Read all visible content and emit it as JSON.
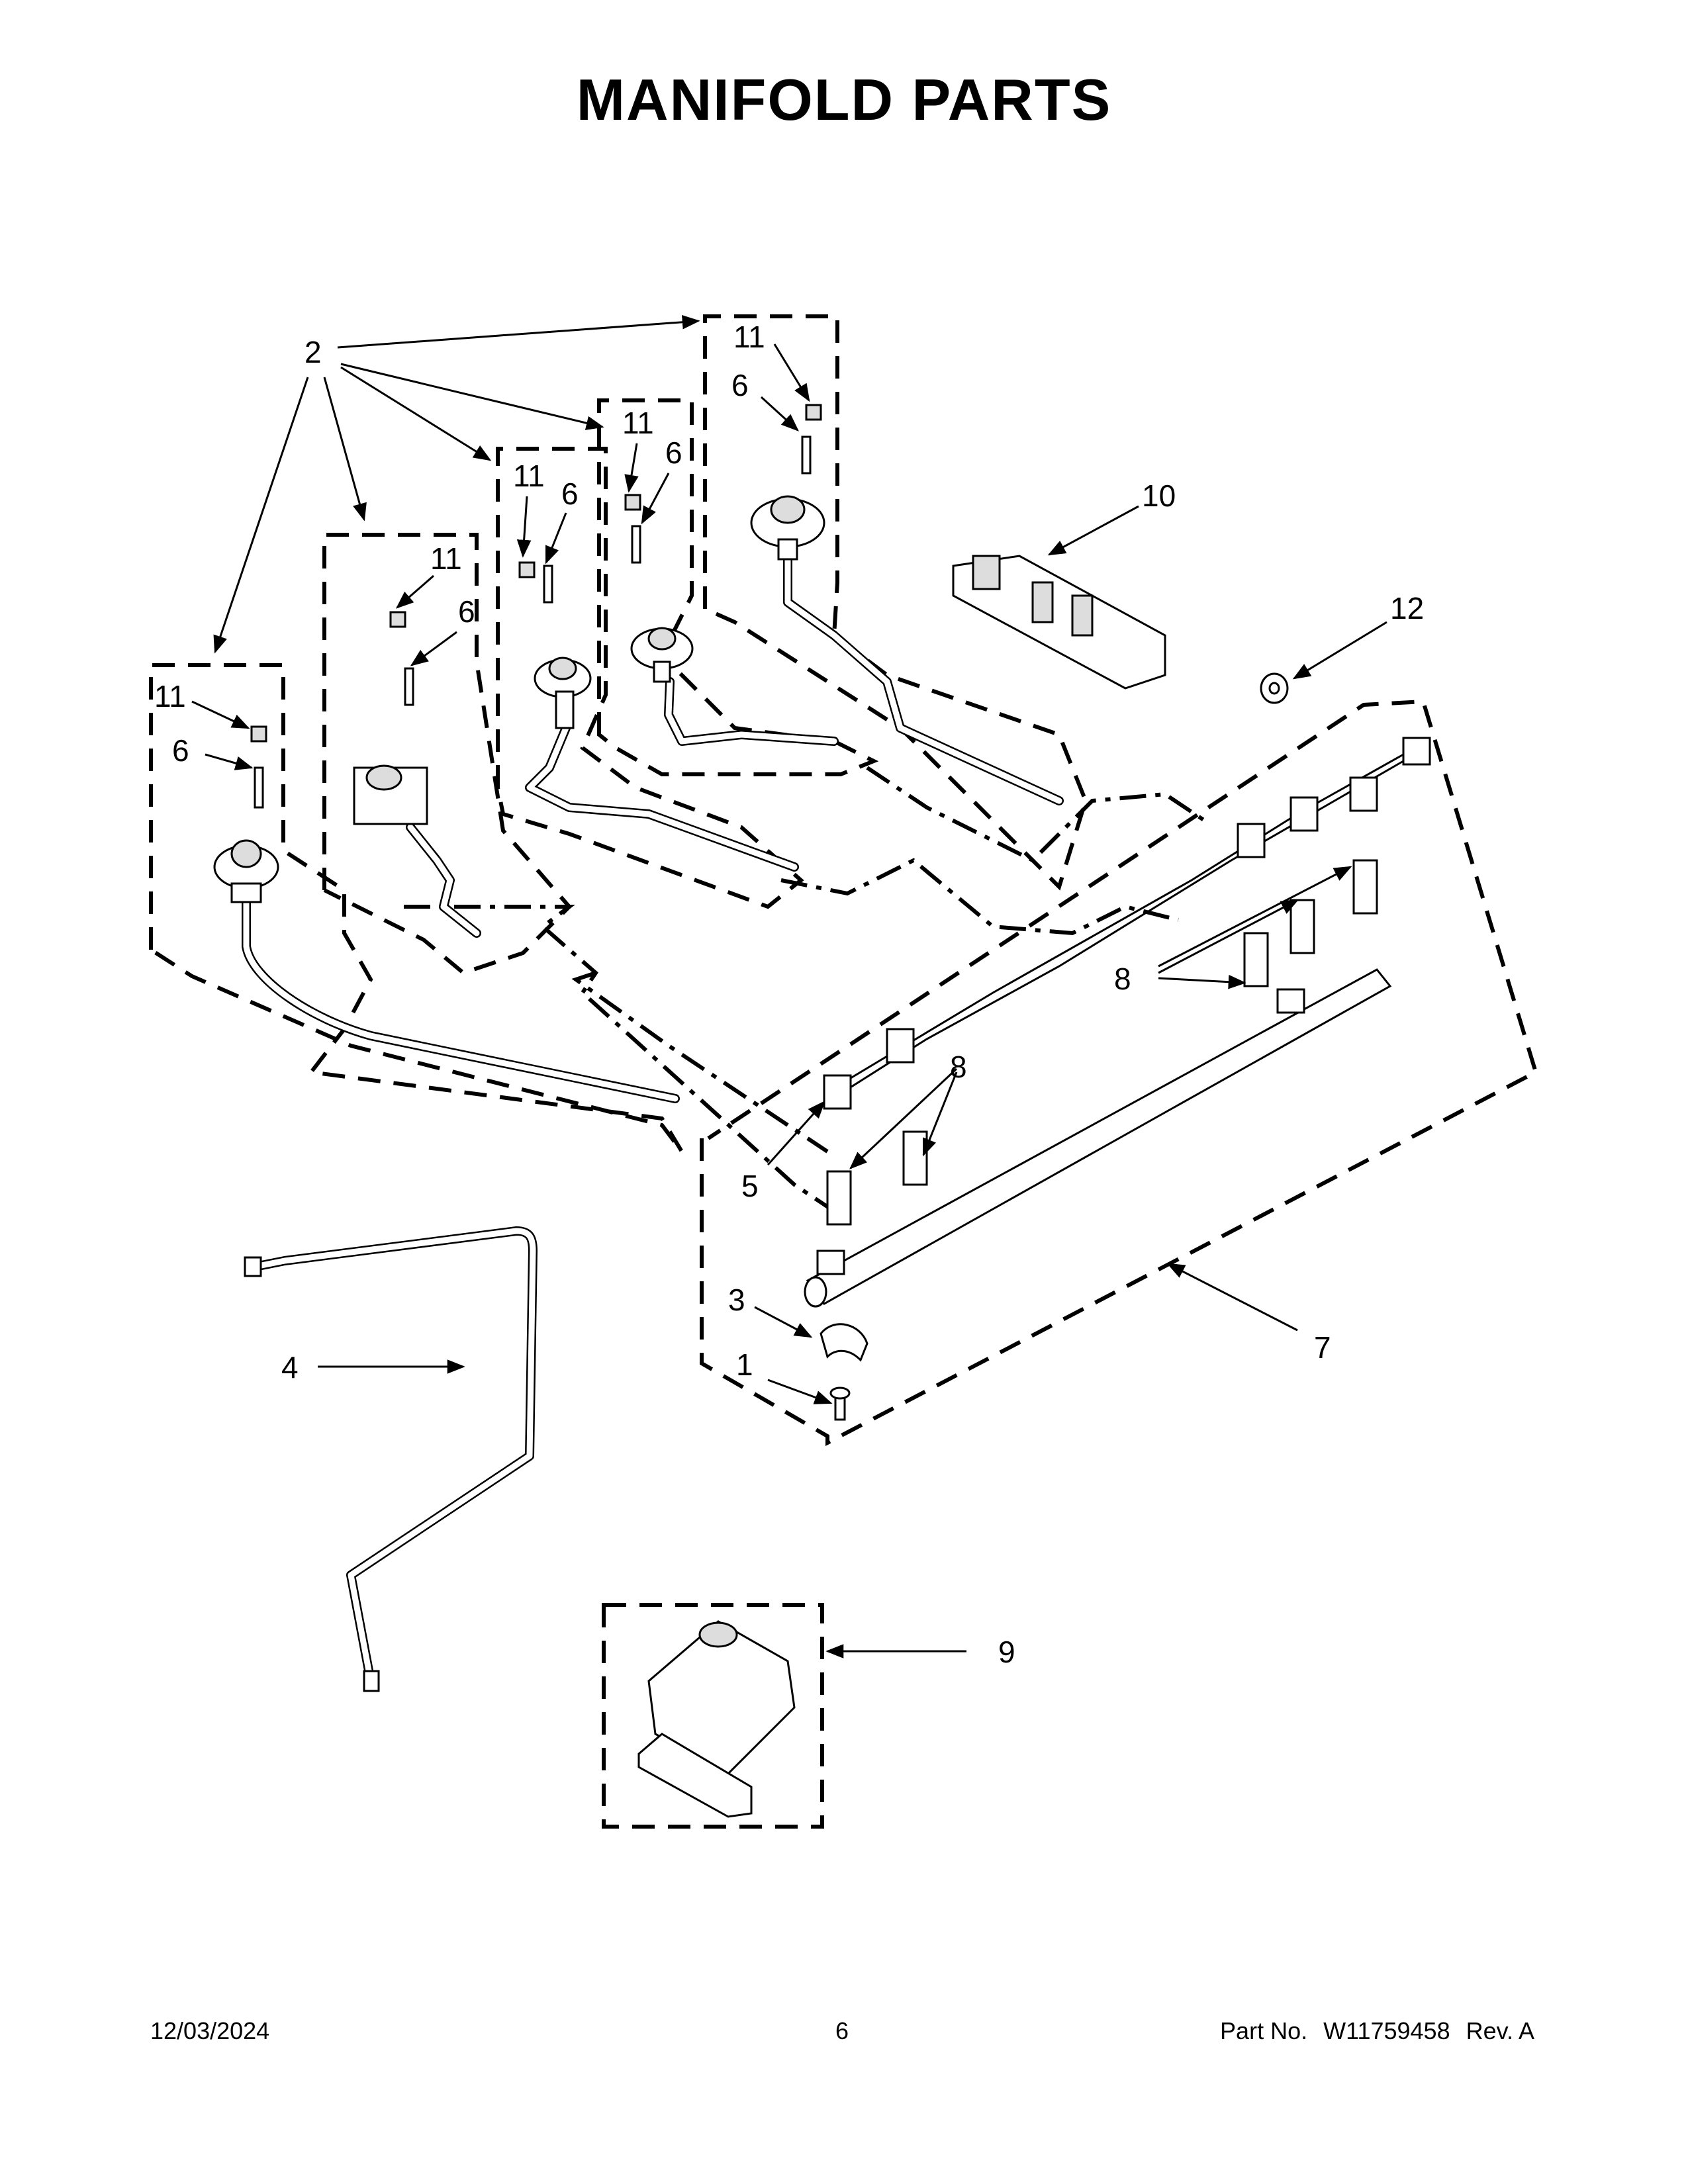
{
  "title": "MANIFOLD PARTS",
  "footer": {
    "date": "12/03/2024",
    "page": "6",
    "part_label": "Part No.",
    "part_number": "W11759458",
    "revision": "Rev. A"
  },
  "callouts": {
    "c1": "1",
    "c2": "2",
    "c3": "3",
    "c4": "4",
    "c5": "5",
    "c6": "6",
    "c7": "7",
    "c8": "8",
    "c9": "9",
    "c10": "10",
    "c11": "11",
    "c12": "12"
  }
}
